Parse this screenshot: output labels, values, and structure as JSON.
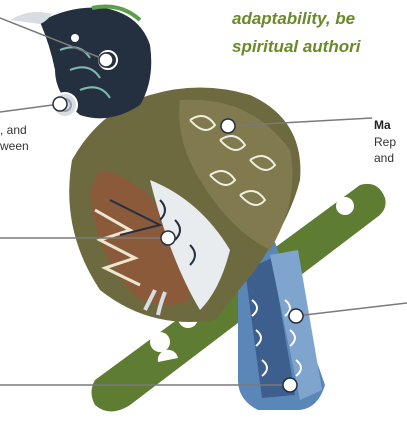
{
  "tagline": {
    "line1": "adaptability, be",
    "line2": "spiritual authori"
  },
  "callouts": {
    "mana": {
      "title": "Ma",
      "body_line1": "Rep",
      "body_line2": "and"
    },
    "left_text": {
      "line1": ", and",
      "line2": "ween"
    }
  },
  "colors": {
    "tagline": "#6a8a2a",
    "branch": "#5e7d32",
    "bird_dark": "#24303f",
    "bird_body": "#6d6a40",
    "bird_brown": "#8a5a3a",
    "bird_blue": "#5a86b8"
  }
}
